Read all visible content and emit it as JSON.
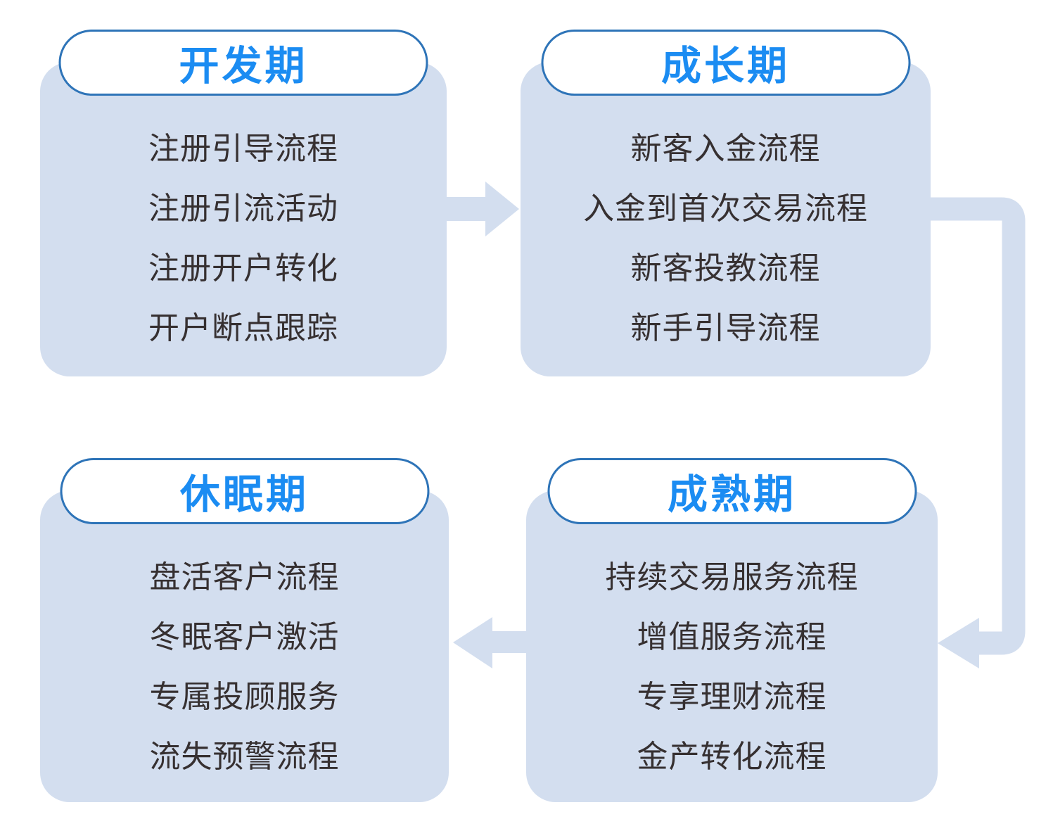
{
  "diagram": {
    "description_title": "",
    "stage_count": 4
  },
  "colors": {
    "card_bg": "#d3deef",
    "pill_bg": "#ffffff",
    "pill_border": "#2e74b8",
    "title_text": "#1b8cf2",
    "item_text": "#363031",
    "arrow": "#d3deef",
    "page_bg": "#ffffff"
  },
  "stages": [
    {
      "id": "development",
      "title": "开发期",
      "items": [
        "注册引导流程",
        "注册引流活动",
        "注册开户转化",
        "开户断点跟踪"
      ]
    },
    {
      "id": "growth",
      "title": "成长期",
      "items": [
        "新客入金流程",
        "入金到首次交易流程",
        "新客投教流程",
        "新手引导流程"
      ]
    },
    {
      "id": "dormant",
      "title": "休眠期",
      "items": [
        "盘活客户流程",
        "冬眠客户激活",
        "专属投顾服务",
        "流失预警流程"
      ]
    },
    {
      "id": "mature",
      "title": "成熟期",
      "items": [
        "持续交易服务流程",
        "增值服务流程",
        "专享理财流程",
        "金产转化流程"
      ]
    }
  ],
  "arrows": [
    {
      "name": "development-to-growth",
      "direction": "right"
    },
    {
      "name": "growth-to-mature",
      "direction": "right-down-left-elbow"
    },
    {
      "name": "mature-to-dormant",
      "direction": "left"
    }
  ]
}
